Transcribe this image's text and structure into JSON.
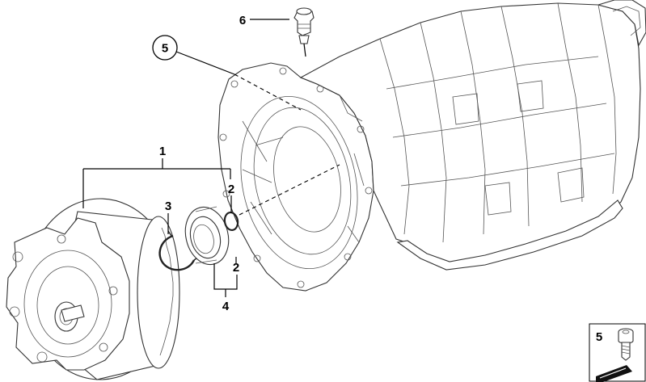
{
  "callouts": {
    "part_1": "1",
    "part_2_top": "2",
    "part_2_bottom": "2",
    "part_3": "3",
    "part_4": "4",
    "part_5": "5",
    "part_6": "6"
  },
  "inset": {
    "label": "5"
  },
  "colors": {
    "line": "#333333",
    "background": "#ffffff"
  }
}
